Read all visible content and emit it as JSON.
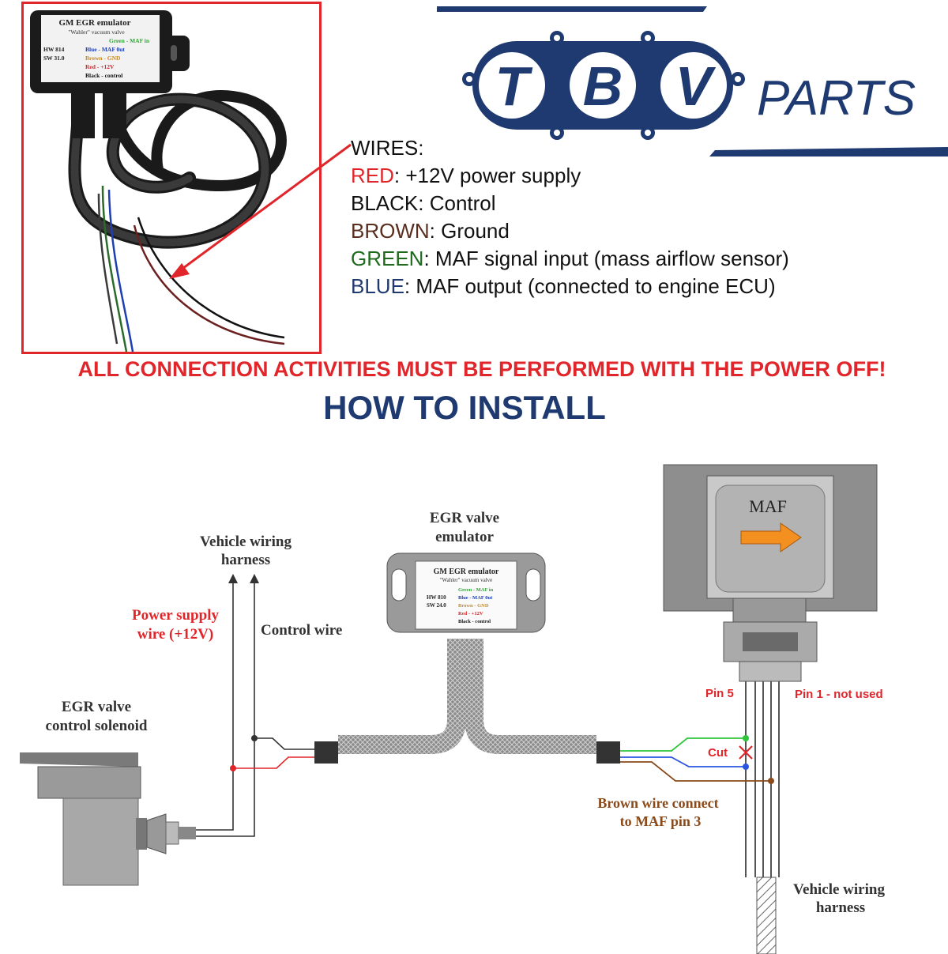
{
  "logo": {
    "badge_letters": [
      "T",
      "B",
      "V"
    ],
    "word": "PARTS",
    "brand_color": "#1f3a70"
  },
  "photo": {
    "module_title": "GM  EGR emulator",
    "module_subtitle": "\"Wahler\" vacuum valve",
    "hw": "HW 814",
    "sw": "SW 31.0",
    "pins": [
      {
        "label": "Green - MAF in",
        "color": "#2fa836"
      },
      {
        "label": "Blue - MAF 0ut",
        "color": "#1f3fb0"
      },
      {
        "label": "Brown - GND",
        "color": "#c78a2a"
      },
      {
        "label": "Red - +12V",
        "color": "#d4262b"
      },
      {
        "label": "Black - control",
        "color": "#111111"
      }
    ]
  },
  "wires": {
    "heading": "WIRES:",
    "items": [
      {
        "name": "RED",
        "desc": ": +12V power supply",
        "color": "#e0262b"
      },
      {
        "name": "BLACK",
        "desc": ": Control",
        "color": "#111111"
      },
      {
        "name": "BROWN",
        "desc": ": Ground",
        "color": "#5a2e1e"
      },
      {
        "name": "GREEN",
        "desc": ": MAF signal input (mass airflow sensor)",
        "color": "#1e6b1e"
      },
      {
        "name": "BLUE",
        "desc": ": MAF output (connected to engine ECU)",
        "color": "#1f3a70"
      }
    ]
  },
  "warning": "ALL CONNECTION ACTIVITIES MUST BE PERFORMED WITH THE POWER OFF!",
  "how_to": "HOW TO INSTALL",
  "diagram": {
    "vehicle_harness_top": [
      "Vehicle wiring",
      "harness"
    ],
    "power_supply": [
      "Power supply",
      "wire (+12V)"
    ],
    "control_wire": "Control wire",
    "solenoid": [
      "EGR valve",
      "control solenoid"
    ],
    "emulator": [
      "EGR valve",
      "emulator"
    ],
    "module_title": "GM  EGR emulator",
    "module_subtitle": "\"Wahler\" vacuum valve",
    "hw": "HW 810",
    "sw": "SW 24.0",
    "maf": "MAF",
    "pin5": "Pin 5",
    "pin1": "Pin 1 - not used",
    "cut": "Cut",
    "brown_connect": [
      "Brown wire connect",
      "to MAF pin 3"
    ],
    "vehicle_harness_bottom": [
      "Vehicle wiring",
      "harness"
    ]
  }
}
